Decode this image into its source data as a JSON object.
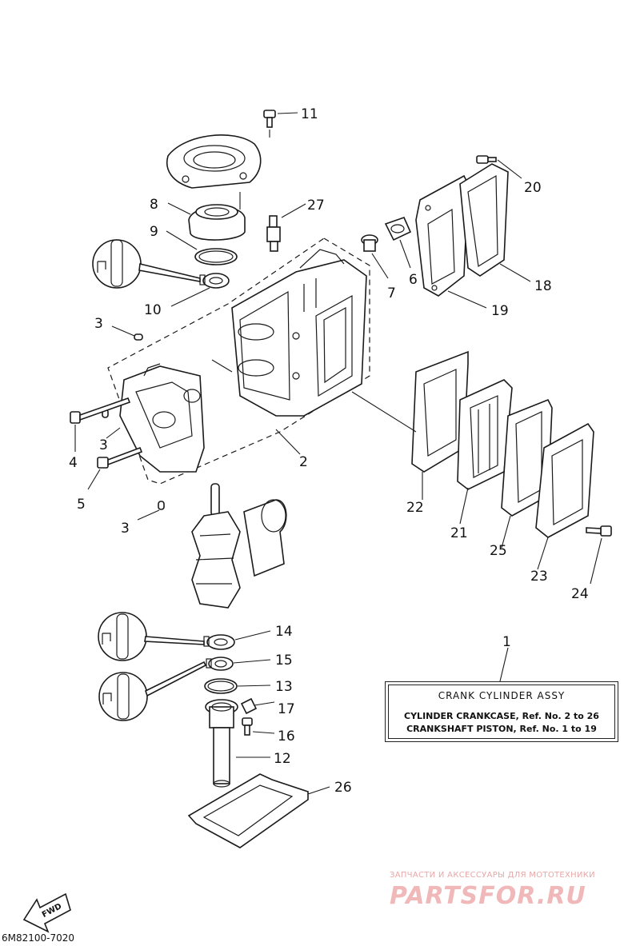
{
  "callouts": {
    "n1": "1",
    "n2": "2",
    "n3": "3",
    "n4": "4",
    "n5": "5",
    "n6": "6",
    "n7": "7",
    "n8": "8",
    "n9": "9",
    "n10": "10",
    "n11": "11",
    "n12": "12",
    "n13": "13",
    "n14": "14",
    "n15": "15",
    "n16": "16",
    "n17": "17",
    "n18": "18",
    "n19": "19",
    "n20": "20",
    "n21": "21",
    "n22": "22",
    "n23": "23",
    "n24": "24",
    "n25": "25",
    "n26": "26",
    "n27": "27"
  },
  "info_box": {
    "title": "CRANK CYLINDER ASSY",
    "line1": "CYLINDER CRANKCASE,  Ref. No. 2 to 26",
    "line2": "CRANKSHAFT PISTON,  Ref. No. 1 to 19"
  },
  "fwd_label": "FWD",
  "diagram_code": "6M82100-7020",
  "watermark": {
    "tagline": "ЗАПЧАСТИ И АКСЕССУАРЫ ДЛЯ МОТОТЕХНИКИ",
    "logo": "PARTSFOR.RU"
  }
}
